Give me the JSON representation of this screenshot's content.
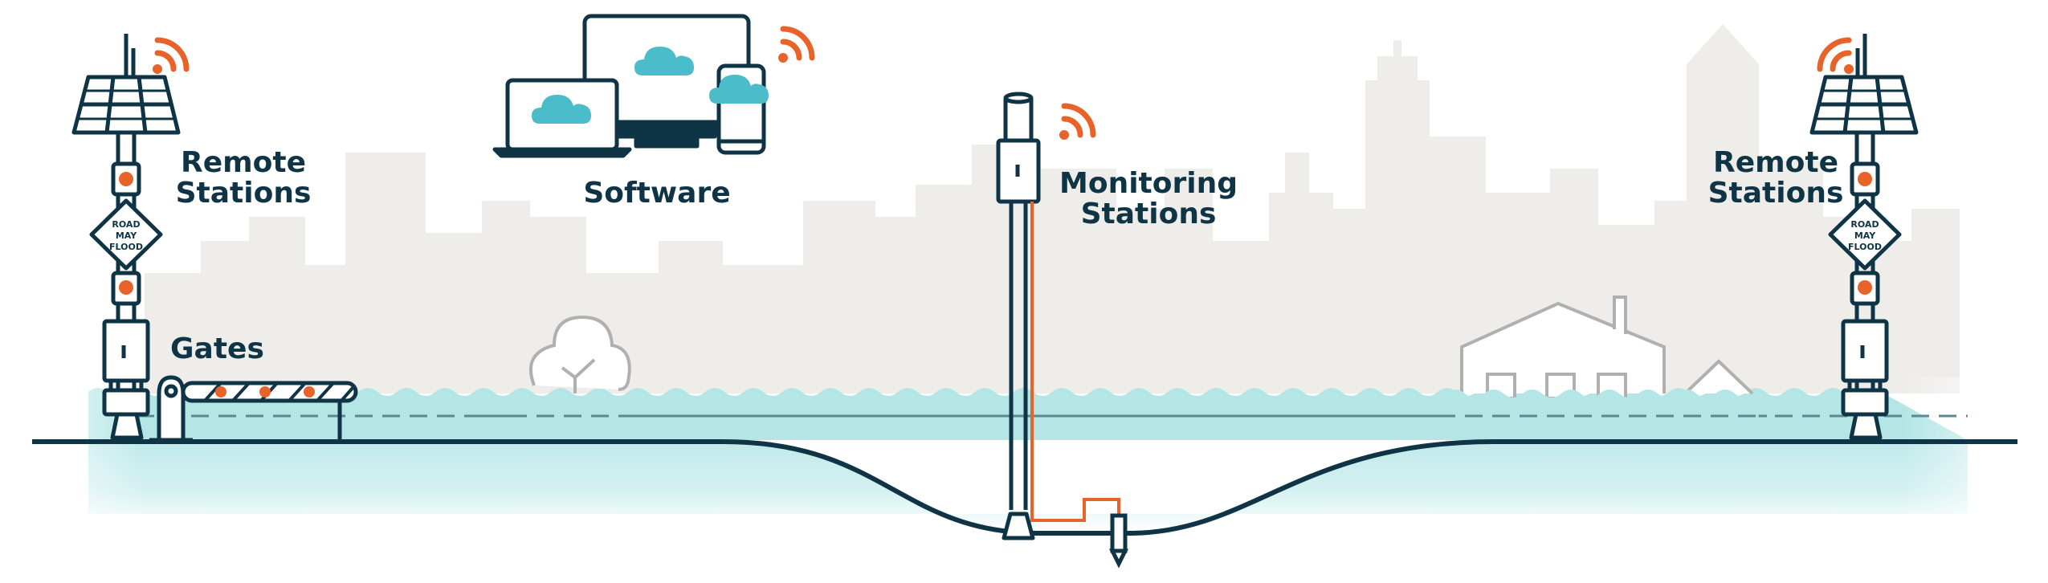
{
  "labels": {
    "remote_left": [
      "Remote",
      "Stations"
    ],
    "software": "Software",
    "monitoring": [
      "Monitoring",
      "Stations"
    ],
    "remote_right": [
      "Remote",
      "Stations"
    ],
    "gates": "Gates"
  },
  "sign": [
    "ROAD",
    "MAY",
    "FLOOD"
  ],
  "icons": {
    "wifi": "wifi-signal-icon",
    "solar": "solar-panel-icon",
    "cloud": "cloud-icon",
    "warning_light": "warning-light-icon",
    "barrier": "barrier-gate-icon",
    "tree": "tree-icon",
    "house": "house-icon"
  },
  "colors": {
    "navy": "#0f3446",
    "orange": "#e8632a",
    "water": "#b5e6e6",
    "water_deep": "#bfe9ea",
    "cloud": "#4bbcc9",
    "skyline": "#eeedea",
    "outline_grey": "#b7b7b7"
  }
}
